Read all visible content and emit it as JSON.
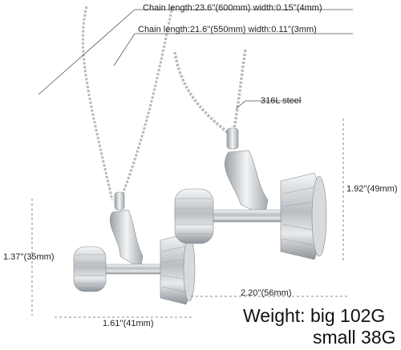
{
  "product": {
    "chain_big": "Chain length:23.6''(600mm) width:0.15''(4mm)",
    "chain_small": "Chain length:21.6''(550mm) width:0.11''(3mm)",
    "material": "316L steel",
    "big_height": "1.92''(49mm)",
    "big_width": "2.20''(56mm)",
    "small_height": "1.37''(35mm)",
    "small_width": "1.61''(41mm)",
    "weight_line1": "Weight: big 102G",
    "weight_line2": "small 38G"
  },
  "colors": {
    "background": "#ffffff",
    "silver": "#c8ccd0",
    "text": "#222222"
  }
}
